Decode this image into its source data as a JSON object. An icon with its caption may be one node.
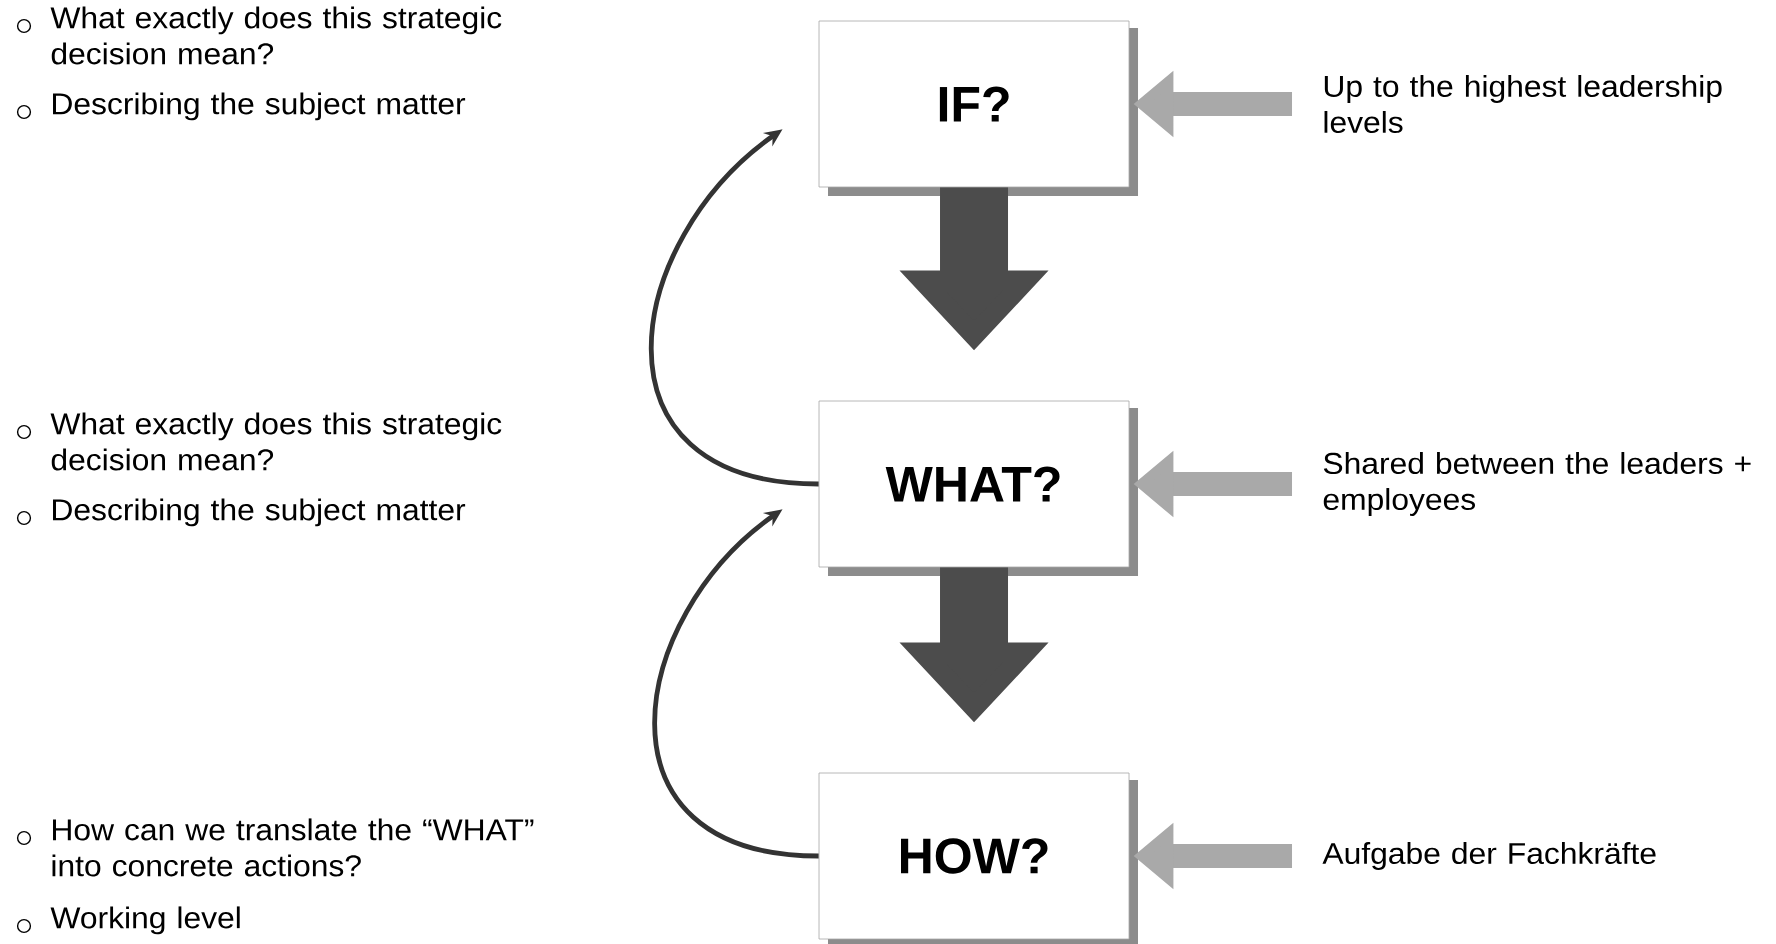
{
  "diagram": {
    "nodes": [
      {
        "text": [
          "IF?"
        ]
      },
      {
        "text": [
          "WHAT?"
        ]
      },
      {
        "text": [
          "HOW?"
        ]
      },
      {
        "text": [
          "Up to the highest leadership levels"
        ]
      },
      {
        "text": [
          "Shared between the leaders + employees"
        ]
      },
      {
        "text": [
          "Aufgabe der Fachkräfte"
        ]
      }
    ],
    "edges": [
      {
        "from": 0,
        "to": 1,
        "arrow": "to",
        "style": "thick",
        "color": "#4c4c4c"
      },
      {
        "from": 1,
        "to": 2,
        "arrow": "to",
        "style": "thick",
        "color": "#4c4c4c"
      },
      {
        "from": 1,
        "to": 0,
        "arrow": "to",
        "color": "#333333"
      },
      {
        "from": 2,
        "to": 1,
        "arrow": "to",
        "color": "#333333"
      },
      {
        "from": 3,
        "to": 0,
        "arrow": "to",
        "color": "#a9a9a9"
      },
      {
        "from": 4,
        "to": 1,
        "arrow": "to",
        "color": "#a9a9a9"
      },
      {
        "from": 5,
        "to": 2,
        "arrow": "to",
        "color": "#a9a9a9"
      }
    ],
    "labels": [
      "What exactly does this strategic decision mean?",
      "Describing the subject matter",
      "What exactly does this strategic decision mean?",
      "Describing the subject matter",
      "How can we translate the “WHAT” into concrete actions?",
      "Working level"
    ]
  }
}
